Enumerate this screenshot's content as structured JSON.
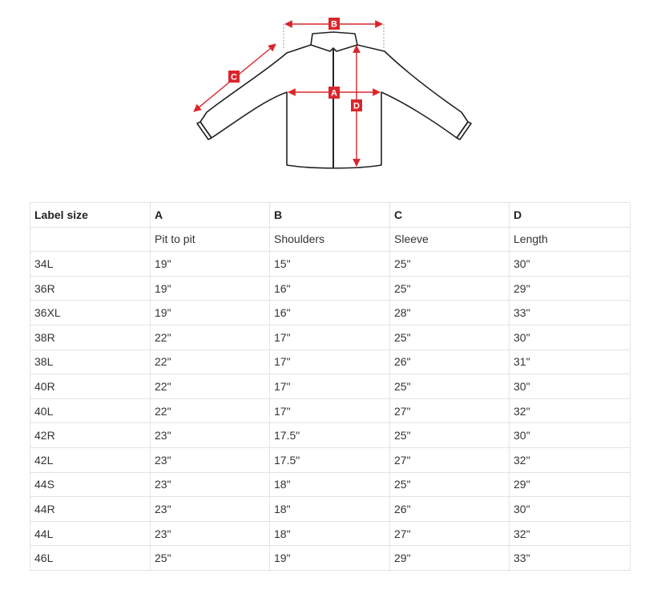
{
  "diagram": {
    "labels": {
      "a": "A",
      "b": "B",
      "c": "C",
      "d": "D"
    },
    "colors": {
      "arrow": "#d9262b",
      "outline": "#222222"
    }
  },
  "table": {
    "header": [
      "Label size",
      "A",
      "B",
      "C",
      "D"
    ],
    "subheader": [
      "",
      "Pit to pit",
      "Shoulders",
      "Sleeve",
      "Length"
    ],
    "rows": [
      [
        "34L",
        "19\"",
        "15\"",
        "25\"",
        "30\""
      ],
      [
        "36R",
        "19\"",
        "16\"",
        "25\"",
        "29\""
      ],
      [
        "36XL",
        "19\"",
        "16\"",
        "28\"",
        "33\""
      ],
      [
        "38R",
        "22\"",
        "17\"",
        "25\"",
        "30\""
      ],
      [
        "38L",
        "22\"",
        "17\"",
        "26\"",
        "31\""
      ],
      [
        "40R",
        "22\"",
        "17\"",
        "25\"",
        "30\""
      ],
      [
        "40L",
        "22\"",
        "17\"",
        "27\"",
        "32\""
      ],
      [
        "42R",
        "23\"",
        "17.5\"",
        "25\"",
        "30\""
      ],
      [
        "42L",
        "23\"",
        "17.5\"",
        "27\"",
        "32\""
      ],
      [
        "44S",
        "23\"",
        "18\"",
        "25\"",
        "29\""
      ],
      [
        "44R",
        "23\"",
        "18\"",
        "26\"",
        "30\""
      ],
      [
        "44L",
        "23\"",
        "18\"",
        "27\"",
        "32\""
      ],
      [
        "46L",
        "25\"",
        "19\"",
        "29\"",
        "33\""
      ]
    ]
  }
}
